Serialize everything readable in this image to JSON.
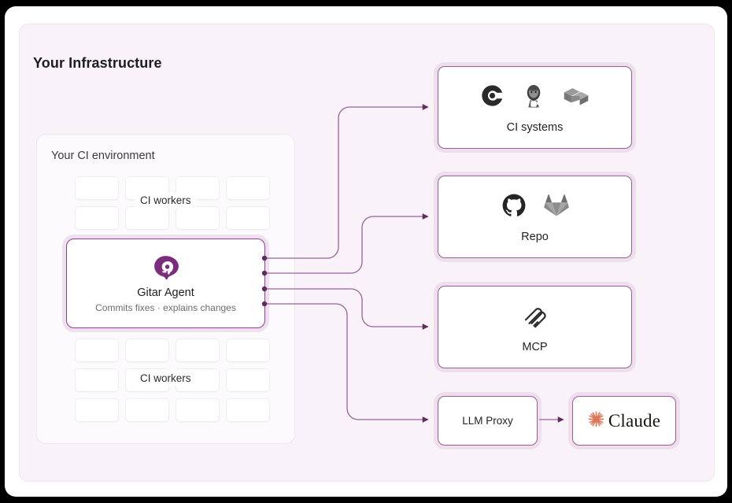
{
  "page": {
    "title": "Your Infrastructure",
    "accent_purple": "#8e3f8e",
    "panel_bg": "#f9f2f8",
    "claude_orange": "#d97757"
  },
  "ci_environment": {
    "title": "Your CI environment",
    "workers_top": {
      "label": "CI workers",
      "rows": 2,
      "cols": 4
    },
    "workers_bottom": {
      "label": "CI workers",
      "rows": 3,
      "cols": 4
    }
  },
  "agent": {
    "name": "Gitar Agent",
    "subtitle": "Commits fixes · explains changes",
    "logo": "gitar-logo-icon"
  },
  "cards": [
    {
      "id": "ci",
      "label": "CI systems",
      "logos": [
        "circleci-icon",
        "jenkins-icon",
        "buildkite-icon"
      ]
    },
    {
      "id": "repo",
      "label": "Repo",
      "logos": [
        "github-icon",
        "gitlab-icon"
      ]
    },
    {
      "id": "mcp",
      "label": "MCP",
      "logos": [
        "mcp-icon"
      ]
    },
    {
      "id": "proxy",
      "label": "LLM Proxy",
      "logos": []
    },
    {
      "id": "claude",
      "label": "Claude",
      "logos": [
        "claude-starburst-icon"
      ]
    }
  ]
}
